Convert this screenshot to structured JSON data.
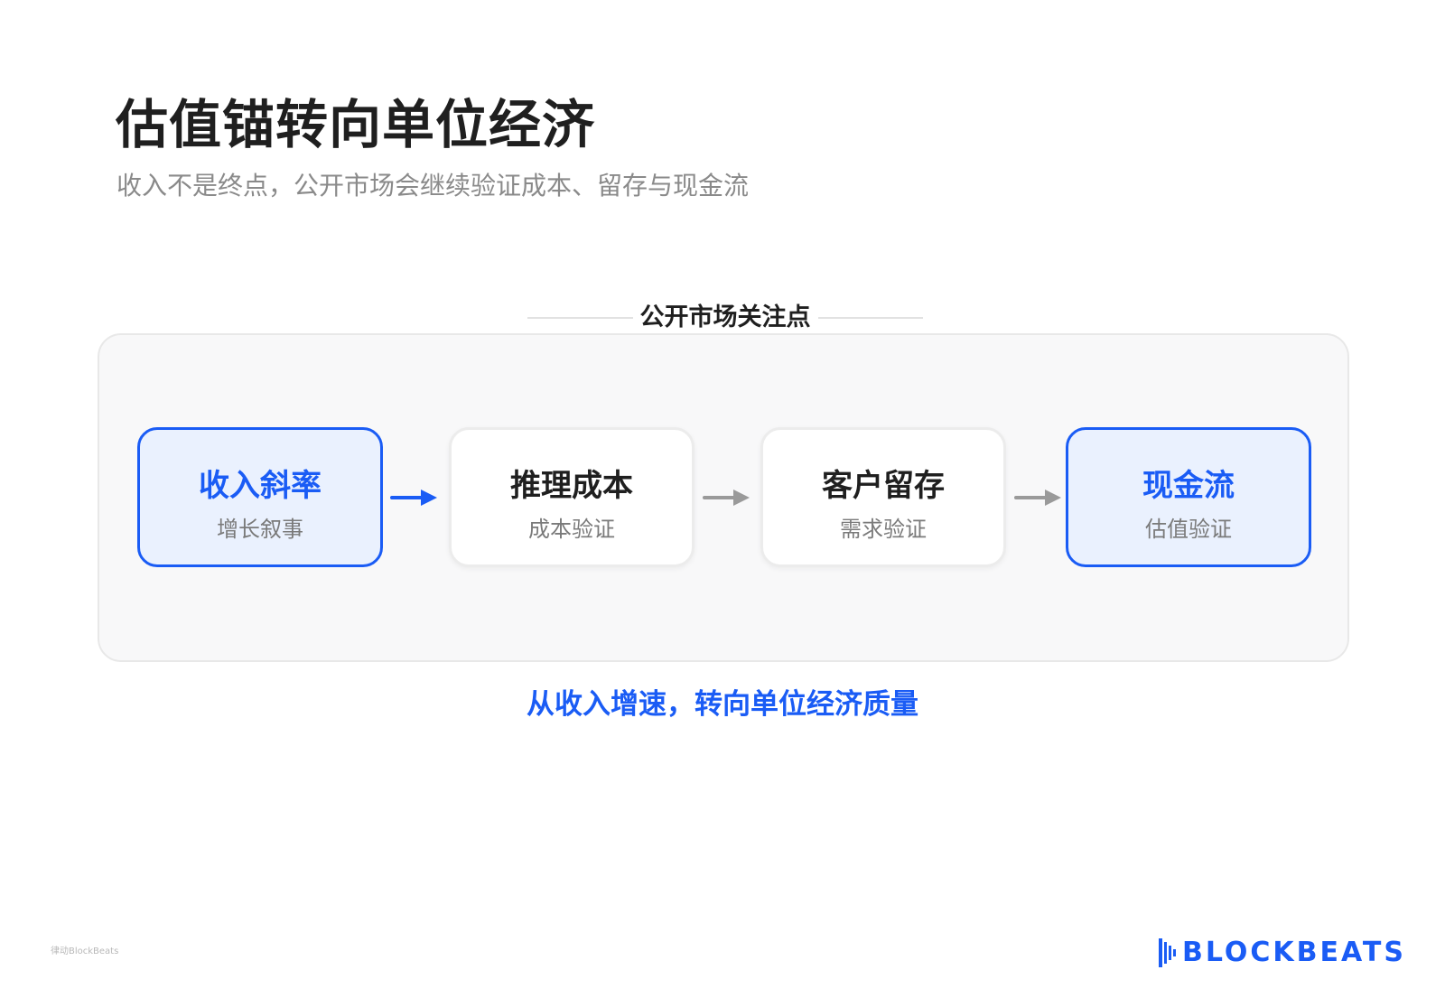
{
  "header": {
    "title": "估值锚转向单位经济",
    "subtitle": "收入不是终点，公开市场会继续验证成本、留存与现金流"
  },
  "panel": {
    "title": "公开市场关注点",
    "cards": [
      {
        "title": "收入斜率",
        "subtitle": "增长叙事",
        "highlighted": true
      },
      {
        "title": "推理成本",
        "subtitle": "成本验证",
        "highlighted": false
      },
      {
        "title": "客户留存",
        "subtitle": "需求验证",
        "highlighted": false
      },
      {
        "title": "现金流",
        "subtitle": "估值验证",
        "highlighted": true
      }
    ]
  },
  "caption": "从收入增速，转向单位经济质量",
  "footer": {
    "watermark": "律动BlockBeats",
    "logo_text": "BLOCKBEATS"
  },
  "colors": {
    "accent": "#1a5cf5",
    "arrow_active": "#1a5cf5",
    "arrow_muted": "#9a9a9a",
    "panel_bg": "#f8f8f9",
    "highlight_bg": "#eaf1fe"
  }
}
